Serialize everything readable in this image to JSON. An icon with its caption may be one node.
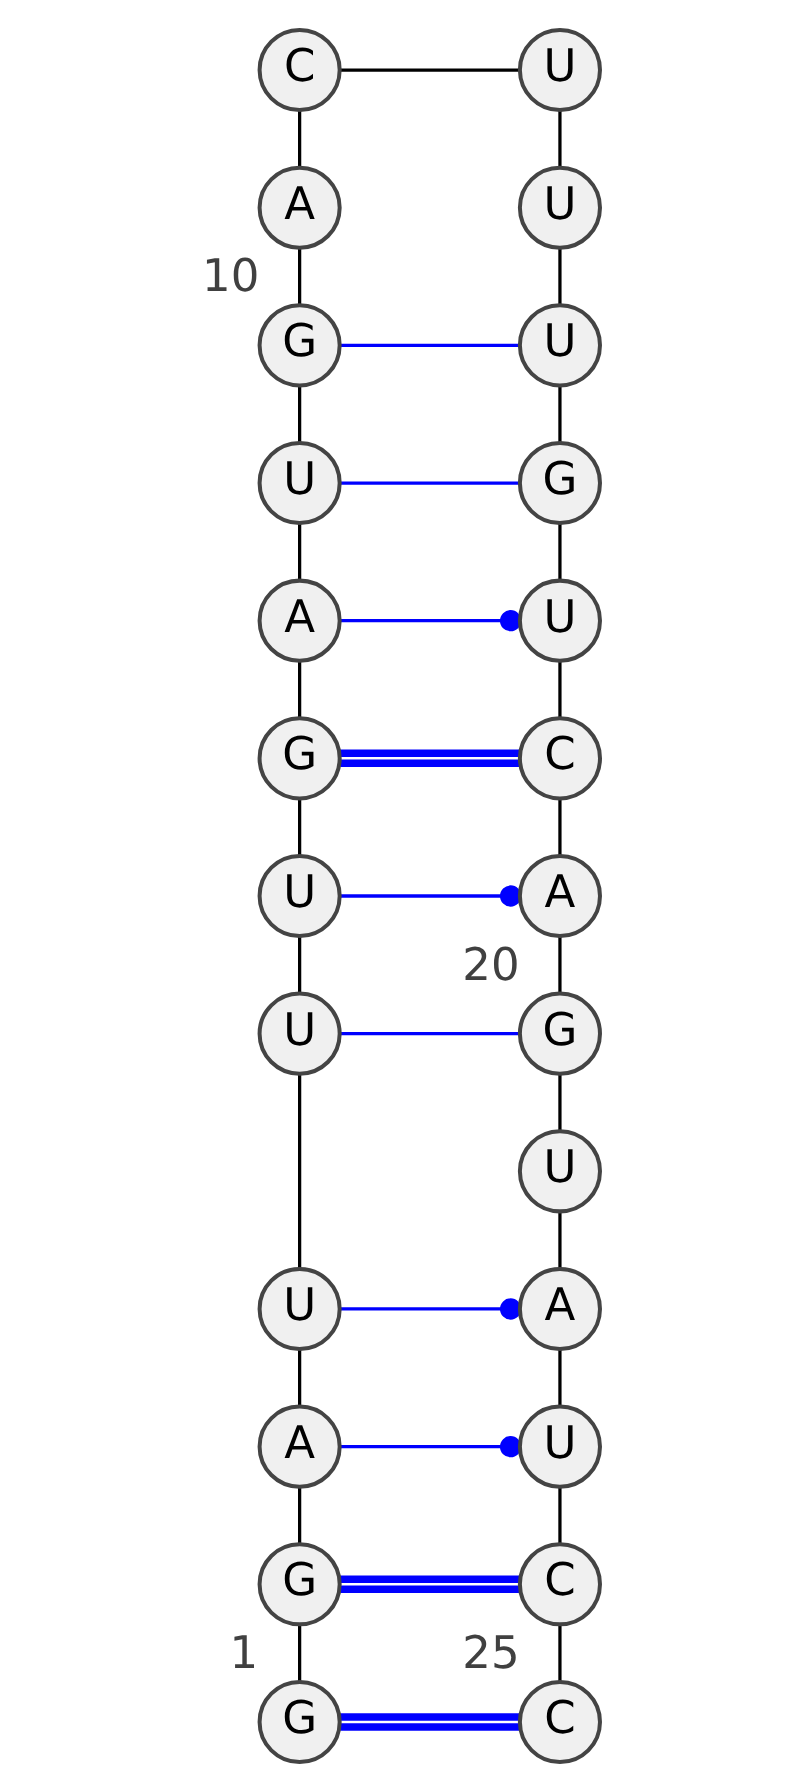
{
  "diagram": {
    "nodes": [
      {
        "text": [
          "G"
        ],
        "beside": [
          "1"
        ]
      },
      {
        "text": [
          "G"
        ]
      },
      {
        "text": [
          "A"
        ]
      },
      {
        "text": [
          "U"
        ]
      },
      {
        "text": [
          "U"
        ]
      },
      {
        "text": [
          "U"
        ]
      },
      {
        "text": [
          "G"
        ]
      },
      {
        "text": [
          "A"
        ]
      },
      {
        "text": [
          "U"
        ]
      },
      {
        "text": [
          "G"
        ],
        "beside": [
          "10"
        ]
      },
      {
        "text": [
          "A"
        ]
      },
      {
        "text": [
          "C"
        ]
      },
      {
        "text": [
          "U"
        ]
      },
      {
        "text": [
          "U"
        ]
      },
      {
        "text": [
          "U"
        ]
      },
      {
        "text": [
          "G"
        ]
      },
      {
        "text": [
          "U"
        ]
      },
      {
        "text": [
          "C"
        ]
      },
      {
        "text": [
          "A"
        ]
      },
      {
        "text": [
          "G"
        ],
        "beside": [
          "20"
        ]
      },
      {
        "text": [
          "U"
        ]
      },
      {
        "text": [
          "A"
        ]
      },
      {
        "text": [
          "U"
        ]
      },
      {
        "text": [
          "C"
        ]
      },
      {
        "text": [
          "C"
        ],
        "beside": [
          "25"
        ]
      }
    ],
    "edges": [
      {
        "from": 0,
        "to": 1,
        "arrow": "none"
      },
      {
        "from": 1,
        "to": 2,
        "arrow": "none"
      },
      {
        "from": 2,
        "to": 3,
        "arrow": "none"
      },
      {
        "from": 3,
        "to": 4,
        "arrow": "none"
      },
      {
        "from": 4,
        "to": 5,
        "arrow": "none"
      },
      {
        "from": 5,
        "to": 6,
        "arrow": "none"
      },
      {
        "from": 6,
        "to": 7,
        "arrow": "none"
      },
      {
        "from": 7,
        "to": 8,
        "arrow": "none"
      },
      {
        "from": 8,
        "to": 9,
        "arrow": "none"
      },
      {
        "from": 9,
        "to": 10,
        "arrow": "none"
      },
      {
        "from": 10,
        "to": 11,
        "arrow": "none"
      },
      {
        "from": 11,
        "to": 12,
        "arrow": "none"
      },
      {
        "from": 12,
        "to": 13,
        "arrow": "none"
      },
      {
        "from": 13,
        "to": 14,
        "arrow": "none"
      },
      {
        "from": 14,
        "to": 15,
        "arrow": "none"
      },
      {
        "from": 15,
        "to": 16,
        "arrow": "none"
      },
      {
        "from": 16,
        "to": 17,
        "arrow": "none"
      },
      {
        "from": 17,
        "to": 18,
        "arrow": "none"
      },
      {
        "from": 18,
        "to": 19,
        "arrow": "none"
      },
      {
        "from": 19,
        "to": 20,
        "arrow": "none"
      },
      {
        "from": 20,
        "to": 21,
        "arrow": "none"
      },
      {
        "from": 21,
        "to": 22,
        "arrow": "none"
      },
      {
        "from": 22,
        "to": 23,
        "arrow": "none"
      },
      {
        "from": 23,
        "to": 24,
        "arrow": "none"
      },
      {
        "from": 0,
        "to": 24,
        "arrow": "none",
        "style": "thick",
        "color": "#0000ff"
      },
      {
        "from": 1,
        "to": 23,
        "arrow": "none",
        "style": "thick",
        "color": "#0000ff"
      },
      {
        "from": 2,
        "to": 22,
        "arrow": "other",
        "color": "#0000ff"
      },
      {
        "from": 3,
        "to": 21,
        "arrow": "other",
        "color": "#0000ff"
      },
      {
        "from": 4,
        "to": 19,
        "arrow": "none",
        "color": "#0000ff"
      },
      {
        "from": 5,
        "to": 18,
        "arrow": "other",
        "color": "#0000ff"
      },
      {
        "from": 6,
        "to": 17,
        "arrow": "none",
        "style": "thick",
        "color": "#0000ff"
      },
      {
        "from": 7,
        "to": 16,
        "arrow": "other",
        "color": "#0000ff"
      },
      {
        "from": 8,
        "to": 15,
        "arrow": "none",
        "color": "#0000ff"
      },
      {
        "from": 9,
        "to": 14,
        "arrow": "none",
        "color": "#0000ff"
      }
    ]
  }
}
